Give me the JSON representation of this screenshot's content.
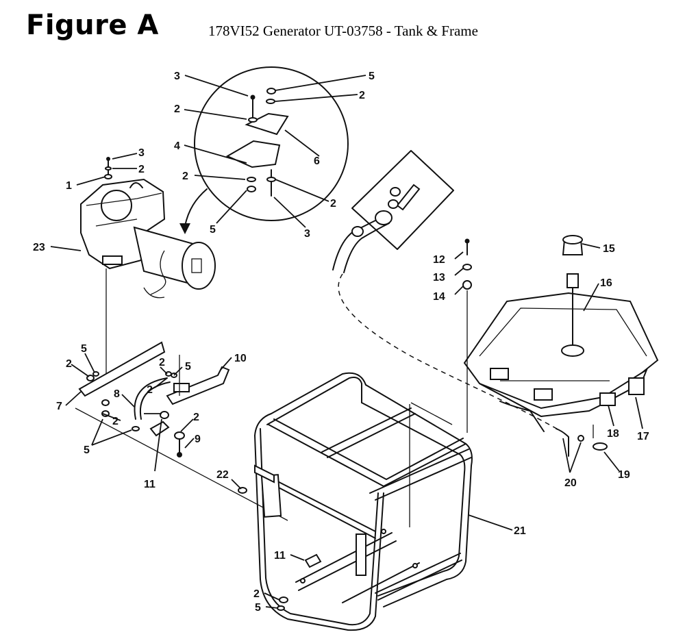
{
  "figure_label": "Figure A",
  "title": "178VI52 Generator UT-03758 - Tank & Frame",
  "callouts": {
    "c1": "1",
    "c2a": "2",
    "c2b": "2",
    "c2c": "2",
    "c2d": "2",
    "c2e": "2",
    "c2f": "2",
    "c2g": "2",
    "c2h": "2",
    "c2i": "2",
    "c2j": "2",
    "c3a": "3",
    "c3b": "3",
    "c3c": "3",
    "c4": "4",
    "c5a": "5",
    "c5b": "5",
    "c5c": "5",
    "c5d": "5",
    "c5e": "5",
    "c5f": "5",
    "c6": "6",
    "c7": "7",
    "c8": "8",
    "c9": "9",
    "c10": "10",
    "c11a": "11",
    "c11b": "11",
    "c12": "12",
    "c13": "13",
    "c14": "14",
    "c15": "15",
    "c16": "16",
    "c17": "17",
    "c18": "18",
    "c19": "19",
    "c20": "20",
    "c21": "21",
    "c22": "22",
    "c23": "23"
  },
  "parts": {
    "engine_generator": "engine-generator-assembly",
    "mount_detail": "engine-mount-detail",
    "fuel_line_detail": "fuel-line-inset",
    "fuel_tank": "fuel-tank",
    "frame": "tubular-frame",
    "mount_brackets": "mount-brackets"
  }
}
